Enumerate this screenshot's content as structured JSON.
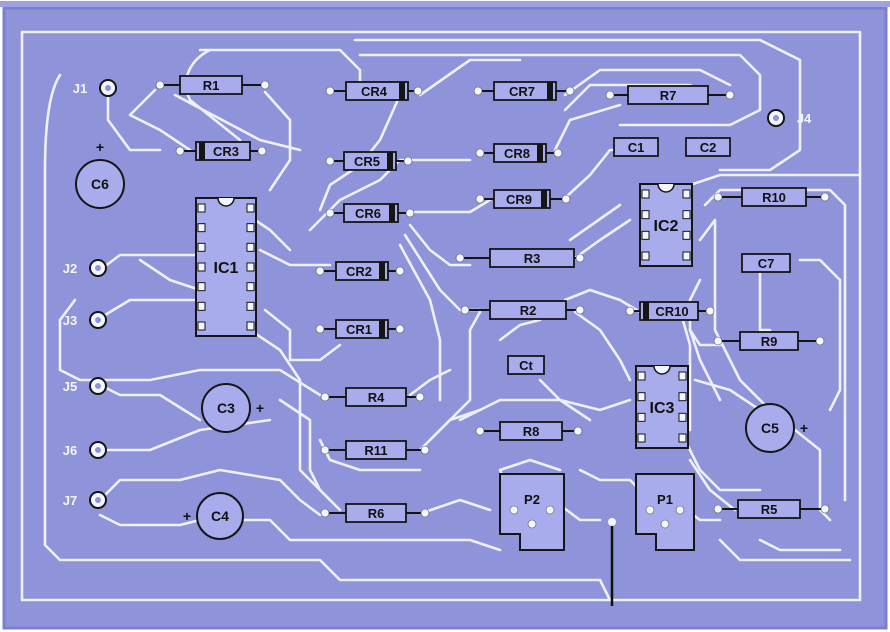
{
  "resistors": [
    {
      "id": "r1",
      "label": "R1"
    },
    {
      "id": "r2",
      "label": "R2"
    },
    {
      "id": "r3",
      "label": "R3"
    },
    {
      "id": "r4",
      "label": "R4"
    },
    {
      "id": "r5",
      "label": "R5"
    },
    {
      "id": "r6",
      "label": "R6"
    },
    {
      "id": "r7",
      "label": "R7"
    },
    {
      "id": "r8",
      "label": "R8"
    },
    {
      "id": "r9",
      "label": "R9"
    },
    {
      "id": "r10",
      "label": "R10"
    },
    {
      "id": "r11",
      "label": "R11"
    }
  ],
  "diodes": [
    {
      "id": "cr1",
      "label": "CR1"
    },
    {
      "id": "cr2",
      "label": "CR2"
    },
    {
      "id": "cr3",
      "label": "CR3"
    },
    {
      "id": "cr4",
      "label": "CR4"
    },
    {
      "id": "cr5",
      "label": "CR5"
    },
    {
      "id": "cr6",
      "label": "CR6"
    },
    {
      "id": "cr7",
      "label": "CR7"
    },
    {
      "id": "cr8",
      "label": "CR8"
    },
    {
      "id": "cr9",
      "label": "CR9"
    },
    {
      "id": "cr10",
      "label": "CR10"
    }
  ],
  "capacitors": [
    {
      "id": "c1",
      "label": "C1"
    },
    {
      "id": "c2",
      "label": "C2"
    },
    {
      "id": "c7",
      "label": "C7"
    },
    {
      "id": "ct",
      "label": "Ct"
    }
  ],
  "electrolytics": [
    {
      "id": "c3",
      "label": "C3",
      "polarity": "+"
    },
    {
      "id": "c4",
      "label": "C4",
      "polarity": "+"
    },
    {
      "id": "c5",
      "label": "C5",
      "polarity": "+"
    },
    {
      "id": "c6",
      "label": "C6",
      "polarity": "+"
    }
  ],
  "ics": [
    {
      "id": "ic1",
      "label": "IC1"
    },
    {
      "id": "ic2",
      "label": "IC2"
    },
    {
      "id": "ic3",
      "label": "IC3"
    }
  ],
  "pots": [
    {
      "id": "p1",
      "label": "P1"
    },
    {
      "id": "p2",
      "label": "P2"
    }
  ],
  "jacks": [
    {
      "id": "j1",
      "label": "J1"
    },
    {
      "id": "j2",
      "label": "J2"
    },
    {
      "id": "j3",
      "label": "J3"
    },
    {
      "id": "j4",
      "label": "J4"
    },
    {
      "id": "j5",
      "label": "J5"
    },
    {
      "id": "j6",
      "label": "J6"
    },
    {
      "id": "j7",
      "label": "J7"
    }
  ],
  "colors": {
    "board": "#8f93d9",
    "board_edge": "#7a7fcf",
    "trace": "#eef0fb",
    "component_body": "#a9acec",
    "outline": "#151515",
    "background": "#ffffff"
  }
}
